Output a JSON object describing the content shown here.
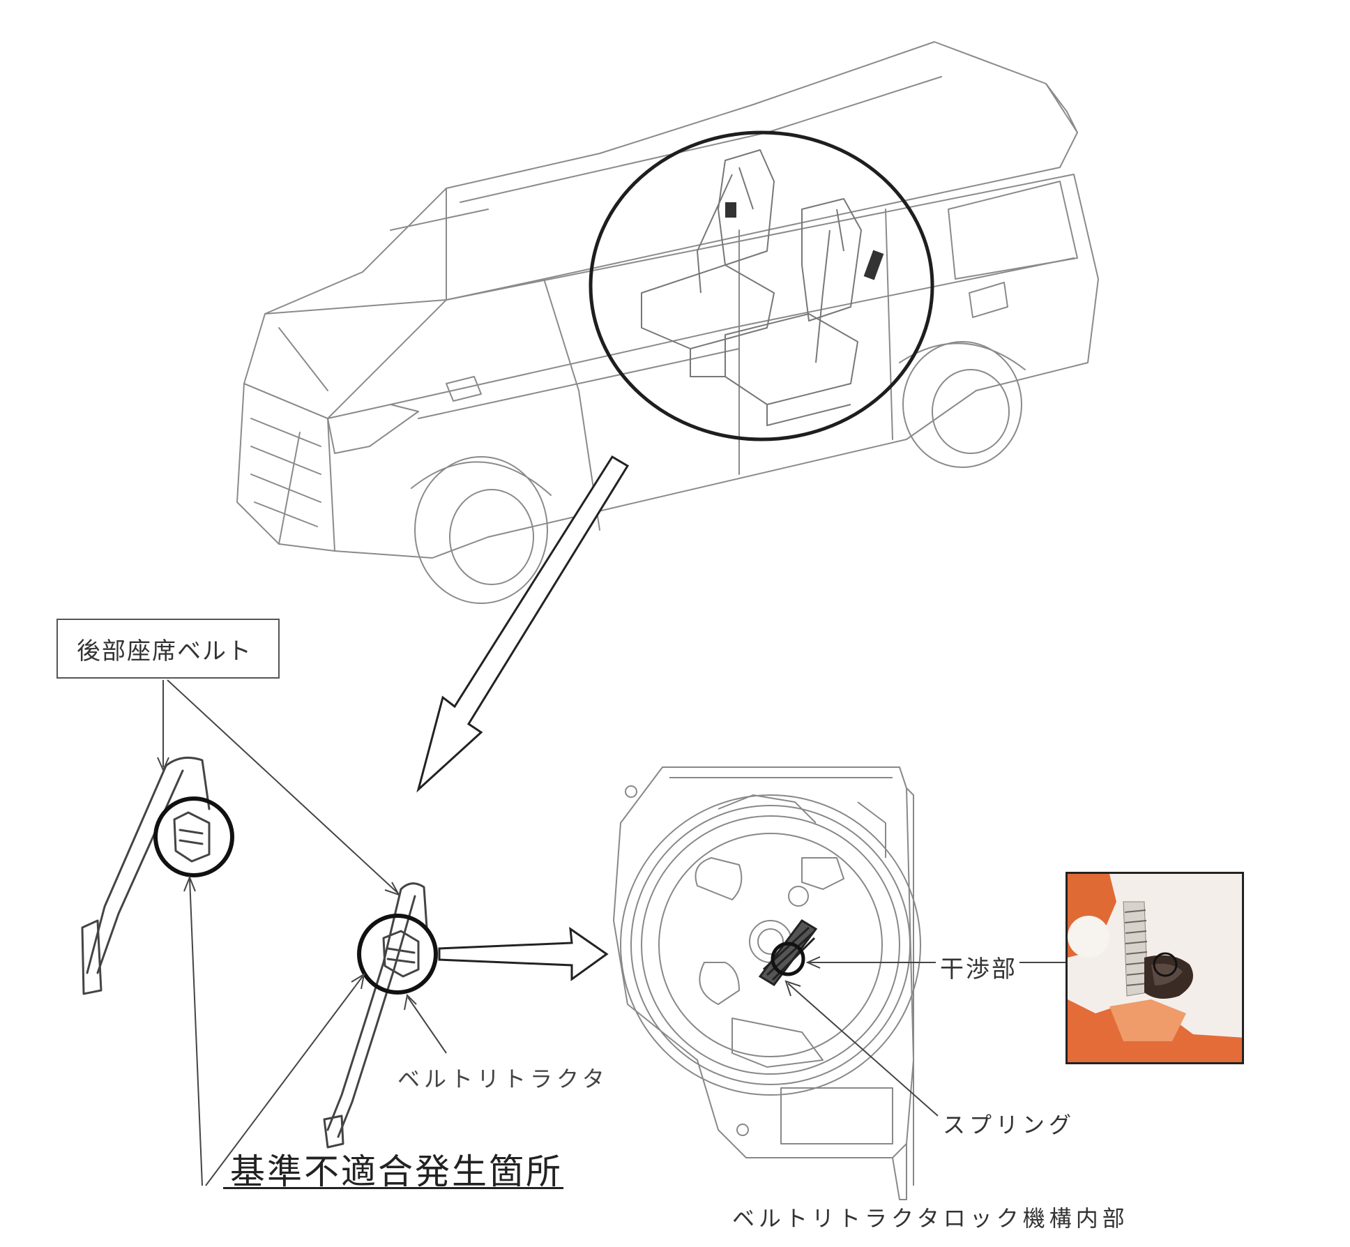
{
  "labels": {
    "rear_seat_belt": "後部座席ベルト",
    "belt_retractor": "ベルトリトラクタ",
    "interference_part": "干渉部",
    "spring": "スプリング",
    "retractor_lock_mechanism_interior": "ベルトリトラクタロック機構内部",
    "nonconformity_location": "基準不適合発生箇所"
  },
  "colors": {
    "line": "#7a7a7a",
    "dark_line": "#1e1e1e",
    "photo_orange": "#e06a34",
    "photo_light": "#f4eeea"
  }
}
